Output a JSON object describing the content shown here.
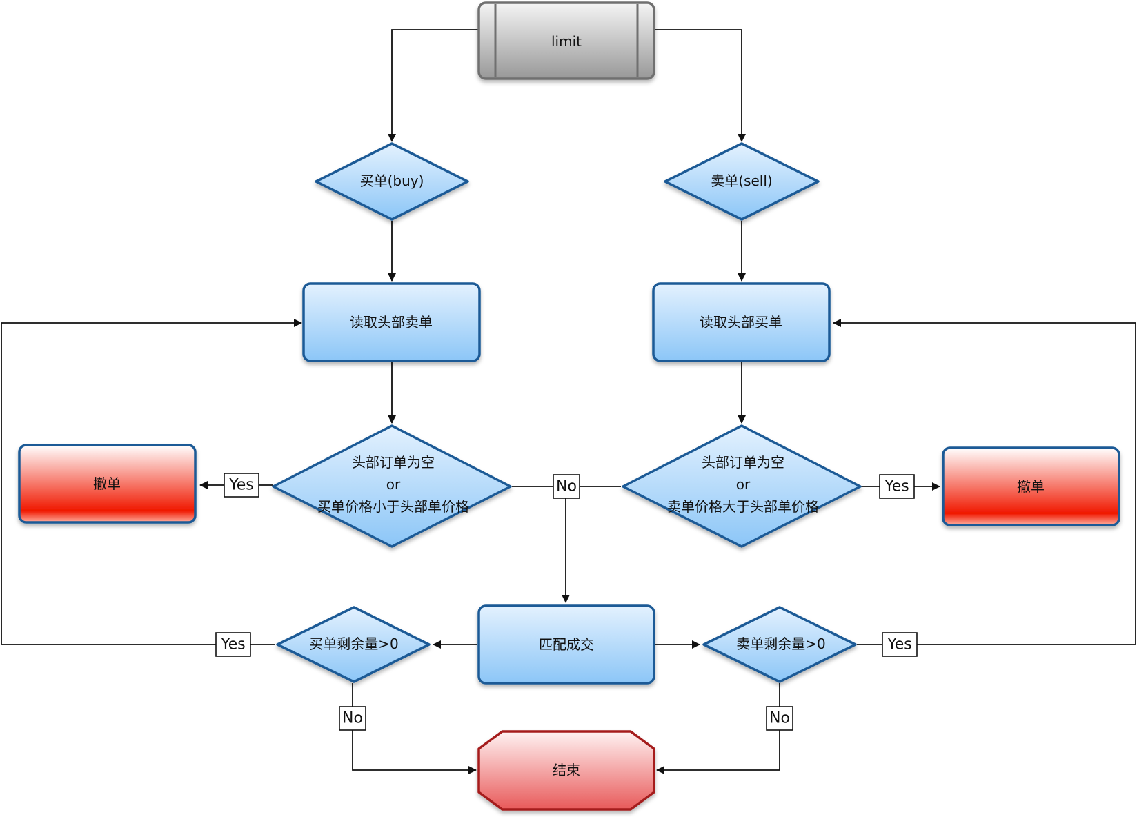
{
  "nodes": {
    "limit": "limit",
    "buy": "买单(buy)",
    "sell": "卖单(sell)",
    "read_sell_head": "读取头部卖单",
    "read_buy_head": "读取头部买单",
    "buy_check": [
      "头部订单为空",
      "or",
      "买单价格小于头部单价格"
    ],
    "sell_check": [
      "头部订单为空",
      "or",
      "卖单价格大于头部单价格"
    ],
    "cancel_left": "撤单",
    "cancel_right": "撤单",
    "match": "匹配成交",
    "buy_remain": "买单剩余量>0",
    "sell_remain": "卖单剩余量>0",
    "end": "结束"
  },
  "edge_labels": {
    "yes_cancel_left": "Yes",
    "yes_cancel_right": "Yes",
    "no_match": "No",
    "yes_buy_loop": "Yes",
    "yes_sell_loop": "Yes",
    "no_buy_end": "No",
    "no_sell_end": "No"
  },
  "colors": {
    "blue_top": "#d9ecfd",
    "blue_bottom": "#8cc6f7",
    "blue_border": "#1a5a96",
    "red_top": "#ffffff",
    "red_bottom": "#f01800",
    "gray_top": "#f2f2f2",
    "gray_bottom": "#9a9a9a",
    "end_border": "#a51e1e"
  }
}
